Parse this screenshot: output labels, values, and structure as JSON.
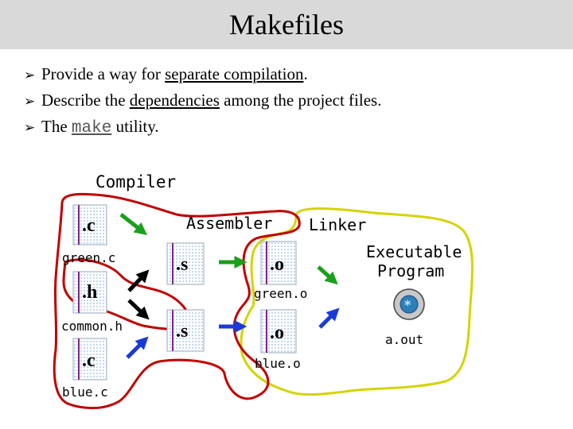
{
  "title": "Makefiles",
  "bullets": [
    {
      "pre": "Provide a way for ",
      "em": "separate compilation",
      "post": "."
    },
    {
      "pre": "Describe the ",
      "em": "dependencies",
      "post": " among the project files."
    },
    {
      "pre": "The ",
      "code": "make",
      "post": " utility."
    }
  ],
  "bullet_icon": "arrow-bullet-icon",
  "diagram": {
    "stage_compiler": "Compiler",
    "stage_assembler": "Assembler",
    "stage_linker": "Linker",
    "stage_exec_line1": "Executable",
    "stage_exec_line2": "Program",
    "file_green_c": "green.c",
    "file_common_h": "common.h",
    "file_blue_c": "blue.c",
    "file_green_o": "green.o",
    "file_blue_o": "blue.o",
    "file_aout": "a.out",
    "ext_c": ".c",
    "ext_h": ".h",
    "ext_s": ".s",
    "ext_o": ".o",
    "colors": {
      "compiler_boundary": "#c00000",
      "linker_boundary": "#d4d400",
      "arrow_green": "#1aa01a",
      "arrow_blue": "#1a3ad8",
      "arrow_black": "#000000"
    }
  }
}
